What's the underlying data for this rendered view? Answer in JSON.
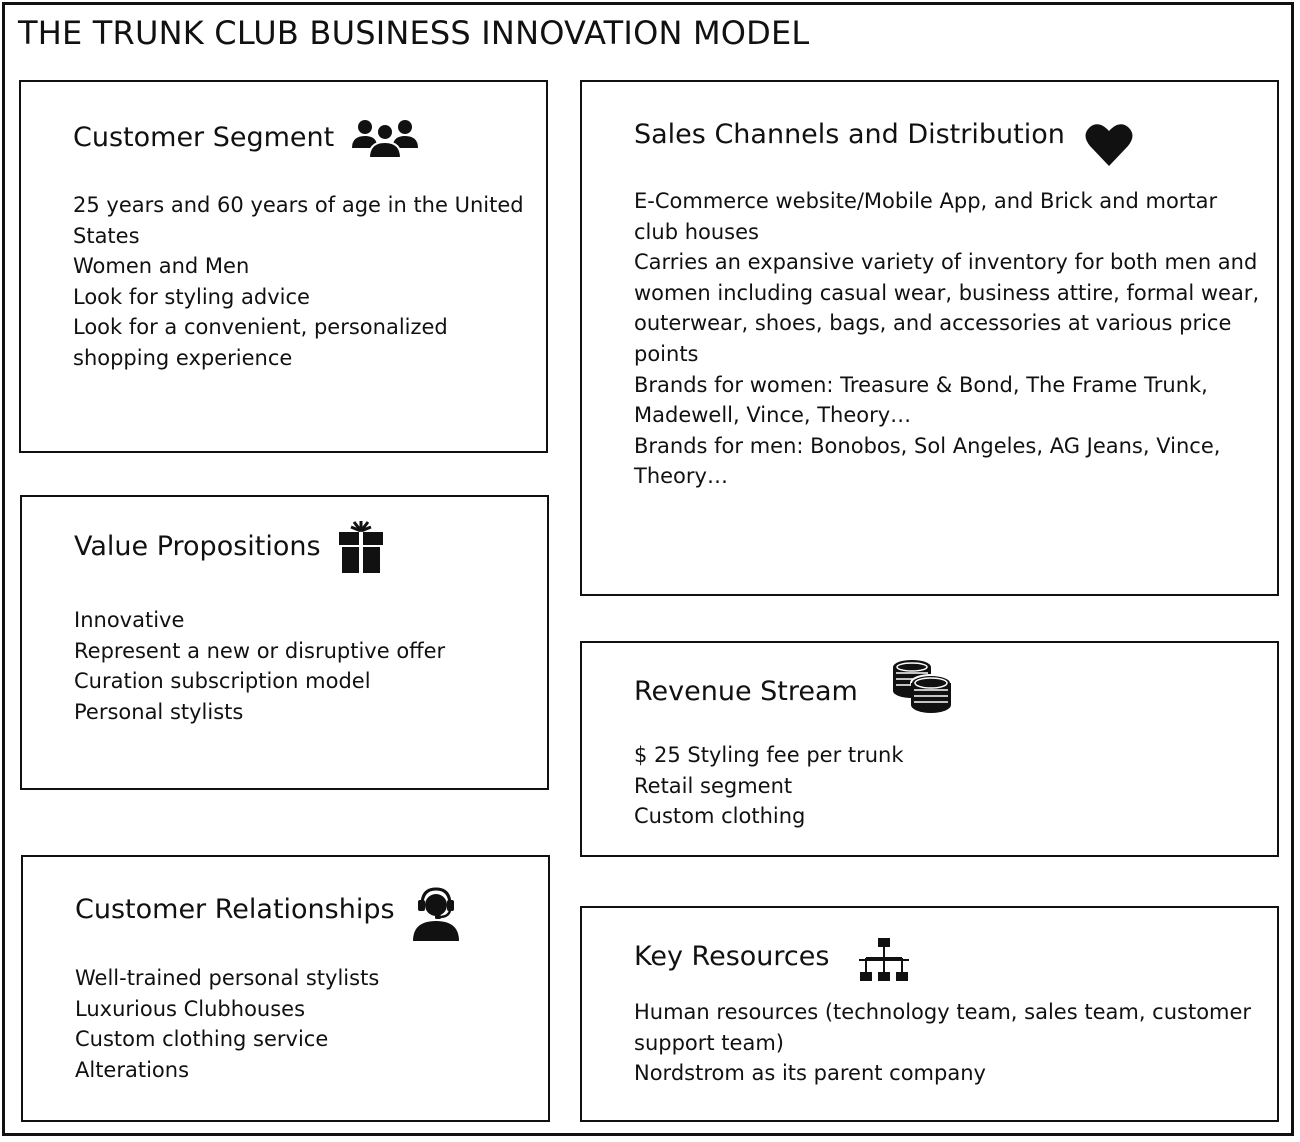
{
  "title": "THE TRUNK CLUB BUSINESS INNOVATION MODEL",
  "boxes": {
    "customer_segment": {
      "title": "Customer Segment",
      "icon": "people-group-icon",
      "items": [
        "25 years and 60 years of age in the United States",
        "Women and Men",
        "Look for styling advice",
        "Look for a convenient, personalized shopping experience"
      ]
    },
    "sales_channels": {
      "title": "Sales Channels and Distribution",
      "icon": "heart-icon",
      "items": [
        "E-Commerce website/Mobile App, and Brick and mortar club houses",
        "Carries an expansive variety of inventory for both men and women including casual wear, business attire, formal wear, outerwear, shoes, bags, and accessories at various price points",
        "Brands for women: Treasure & Bond, The Frame Trunk, Madewell, Vince, Theory…",
        "Brands for men: Bonobos, Sol Angeles, AG Jeans, Vince, Theory…"
      ]
    },
    "value_propositions": {
      "title": "Value Propositions",
      "icon": "gift-icon",
      "items": [
        "Innovative",
        "Represent a new or disruptive offer",
        "Curation subscription model",
        "Personal stylists"
      ]
    },
    "revenue_stream": {
      "title": "Revenue Stream",
      "icon": "coins-icon",
      "items": [
        "$ 25 Styling fee per trunk",
        "Retail segment",
        "Custom clothing"
      ]
    },
    "customer_relationships": {
      "title": "Customer Relationships",
      "icon": "support-agent-icon",
      "items": [
        "Well-trained personal stylists",
        "Luxurious Clubhouses",
        "Custom clothing service",
        "Alterations"
      ]
    },
    "key_resources": {
      "title": "Key Resources",
      "icon": "org-chart-icon",
      "items": [
        "Human resources (technology team, sales team, customer support team)",
        "Nordstrom as its parent company"
      ]
    }
  }
}
